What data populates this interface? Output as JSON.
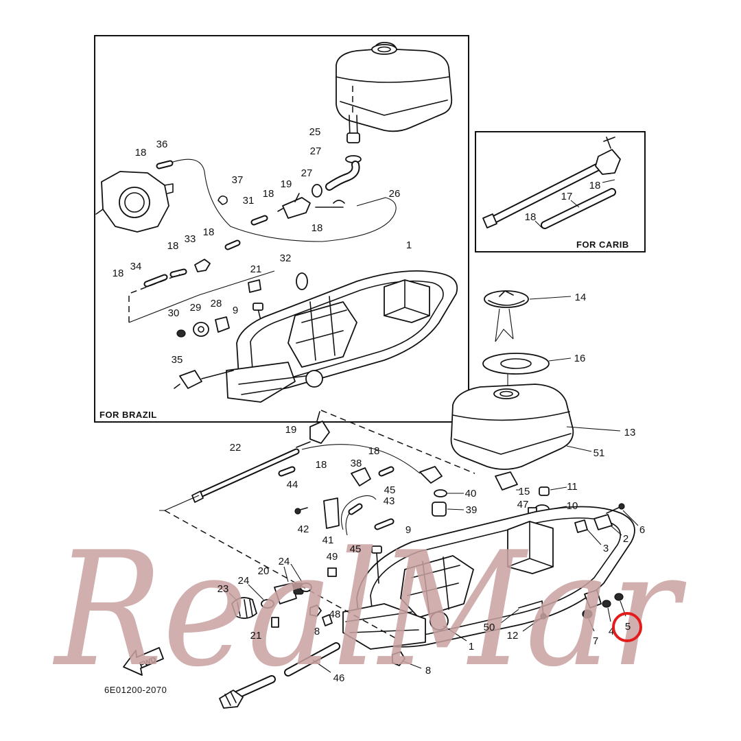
{
  "diagram": {
    "code": "6E01200-2070",
    "fwd": "FWD",
    "watermark": "RealMar",
    "insets": {
      "brazil": "FOR BRAZIL",
      "carib": "FOR CARIB"
    },
    "labels": [
      "18",
      "36",
      "37",
      "31",
      "18",
      "19",
      "27",
      "25",
      "27",
      "26",
      "18",
      "18",
      "33",
      "18",
      "34",
      "18",
      "21",
      "32",
      "1",
      "30",
      "29",
      "28",
      "9",
      "35",
      "18",
      "17",
      "18",
      "14",
      "16",
      "13",
      "51",
      "19",
      "22",
      "18",
      "38",
      "18",
      "44",
      "45",
      "43",
      "40",
      "39",
      "15",
      "11",
      "47",
      "10",
      "42",
      "41",
      "9",
      "45",
      "6",
      "2",
      "3",
      "49",
      "24",
      "20",
      "24",
      "23",
      "21",
      "8",
      "48",
      "50",
      "12",
      "1",
      "7",
      "4",
      "5",
      "46",
      "8"
    ],
    "highlighted_part": "5"
  },
  "colors": {
    "line": "#111111",
    "highlight": "#e31b1b",
    "watermark": "#c9a2a2",
    "background": "#ffffff"
  }
}
